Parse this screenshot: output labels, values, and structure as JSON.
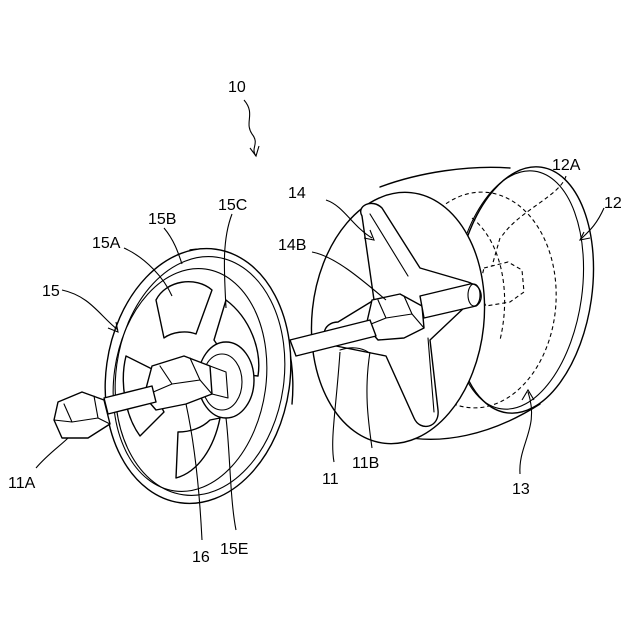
{
  "labels": {
    "l10": "10",
    "l11": "11",
    "l11A": "11A",
    "l11B": "11B",
    "l12": "12",
    "l12A": "12A",
    "l13": "13",
    "l14": "14",
    "l14B": "14B",
    "l15": "15",
    "l15A": "15A",
    "l15B": "15B",
    "l15C": "15C",
    "l15E": "15E",
    "l16": "16"
  }
}
